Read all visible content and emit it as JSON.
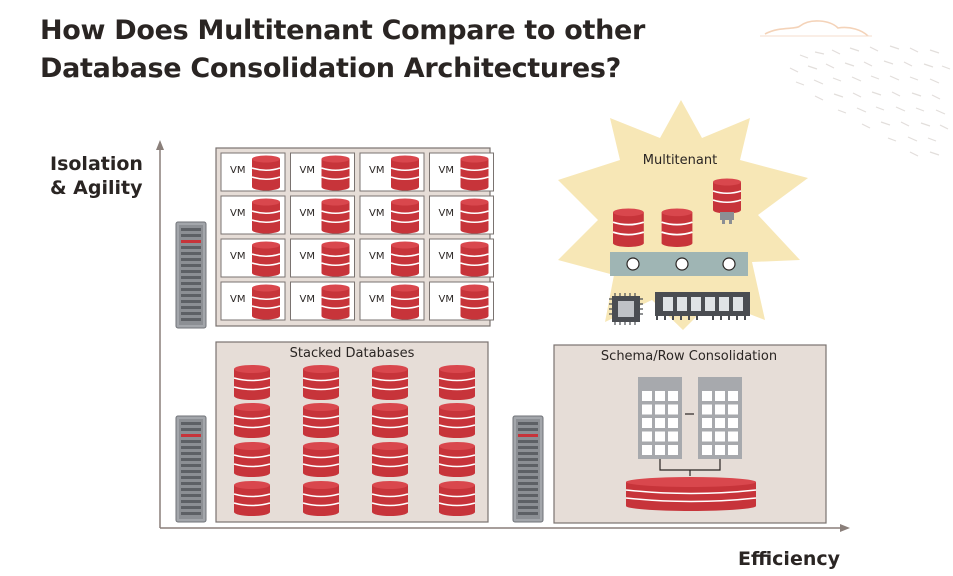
{
  "title": "How Does Multitenant Compare to other Database Consolidation Architectures?",
  "axes": {
    "y_label": "Isolation & Agility",
    "x_label": "Efficiency"
  },
  "panels": {
    "vm": {
      "cell_label": "VM",
      "rows": 4,
      "cols": 4
    },
    "stacked": {
      "label": "Stacked Databases",
      "rows": 4,
      "cols": 4
    },
    "schema": {
      "label": "Schema/Row Consolidation"
    },
    "multitenant": {
      "label": "Multitenant"
    }
  },
  "colors": {
    "db_red": "#c7343a",
    "db_stripe": "#ffffff",
    "panel_bg": "#e6ddd7",
    "panel_border": "#7a7370",
    "star_fill": "#f7e7b6",
    "server_gray": "#8c8f94",
    "axis": "#8a7f7a",
    "bus": "#9fb5b4"
  }
}
